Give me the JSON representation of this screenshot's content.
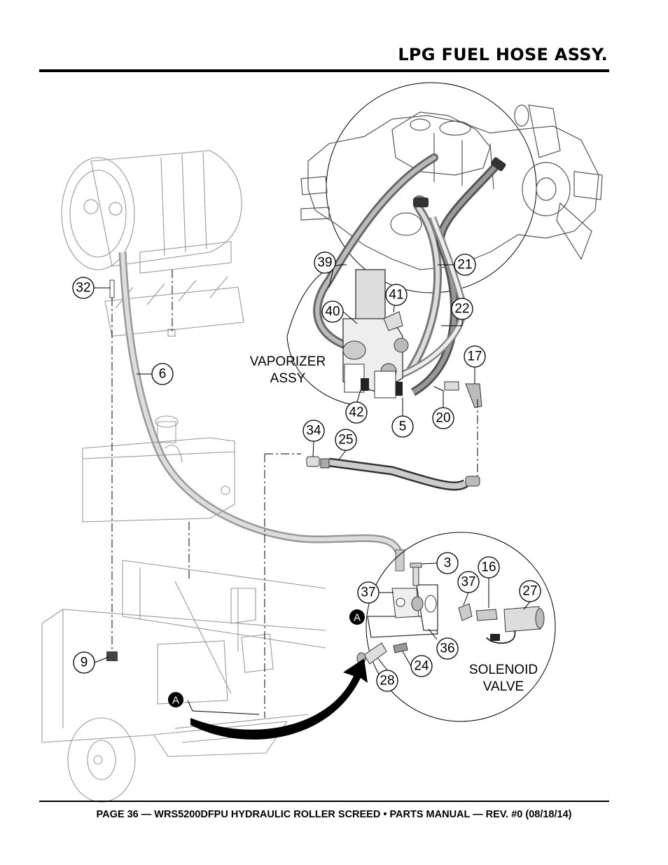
{
  "header": {
    "title": "LPG FUEL HOSE ASSY."
  },
  "footer": {
    "text": "PAGE 36 — WRS5200DFPU HYDRAULIC ROLLER SCREED • PARTS MANUAL  — REV. #0 (08/18/14)"
  },
  "labels": {
    "vaporizer_line1": "VAPORIZER",
    "vaporizer_line2": "ASSY",
    "solenoid_line1": "SOLENOID",
    "solenoid_line2": "VALVE"
  },
  "callouts": {
    "c39": "39",
    "c21": "21",
    "c32": "32",
    "c41": "41",
    "c40": "40",
    "c22": "22",
    "c17": "17",
    "c6": "6",
    "c42": "42",
    "c5": "5",
    "c20": "20",
    "c34": "34",
    "c25": "25",
    "c3": "3",
    "c16": "16",
    "c37a": "37",
    "c37b": "37",
    "c27": "27",
    "c36": "36",
    "c9": "9",
    "c24": "24",
    "c28": "28"
  },
  "detail_markers": {
    "marker_a1": "A",
    "marker_a2": "A"
  }
}
